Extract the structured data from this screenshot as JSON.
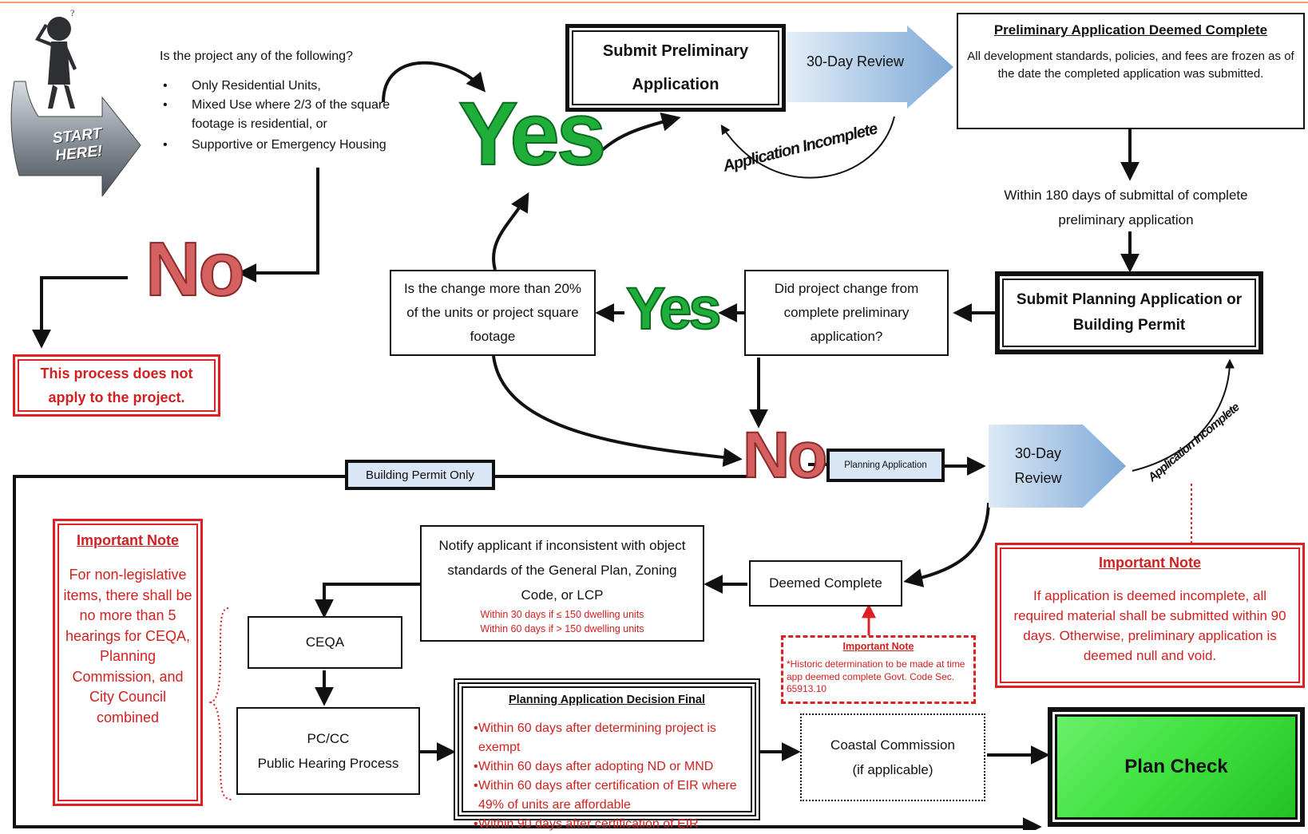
{
  "start": {
    "label": "START\nHERE!"
  },
  "question": {
    "intro": "Is the project any of the following?",
    "items": [
      "Only Residential Units,",
      "Mixed Use where 2/3 of the square footage is residential, or",
      "Supportive or Emergency Housing"
    ]
  },
  "words": {
    "yes": "Yes",
    "no": "No"
  },
  "not_apply": "This process does not apply to the project.",
  "submit_prelim": "Submit Preliminary Application",
  "review_30_top": "30-Day Review",
  "app_incomplete": "Application Incomplete",
  "prelim_complete": {
    "title": "Preliminary Application Deemed Complete",
    "body": "All development standards, policies, and fees are frozen as of the date the completed application was submitted."
  },
  "within_180": "Within 180 days of submittal of complete preliminary application",
  "submit_planning": "Submit Planning Application or Building Permit",
  "did_change": "Did project change from complete preliminary application?",
  "change_more": "Is the change more than 20% of the units or project square footage",
  "building_permit_only": "Building Permit Only",
  "planning_application": "Planning Application",
  "review_30_mid": {
    "l1": "30-Day",
    "l2": "Review"
  },
  "note_left": {
    "title": "Important Note",
    "body": "For non-legislative items, there shall be no more than 5 hearings for CEQA, Planning Commission, and City Council combined"
  },
  "note_right": {
    "title": "Important Note",
    "body": "If application is deemed incomplete, all required material shall be submitted within 90 days. Otherwise, preliminary application is deemed null and void."
  },
  "notify": {
    "body": "Notify applicant if inconsistent with object standards of the General Plan, Zoning Code, or LCP",
    "line1": "Within 30 days if ≤ 150 dwelling units",
    "line2": "Within 60 days if > 150 dwelling units"
  },
  "deemed_complete": "Deemed Complete",
  "note_small": {
    "title": "Important Note",
    "body": "*Historic determination to be made at time app deemed complete Govt. Code Sec. 65913.10"
  },
  "ceqa": "CEQA",
  "pccc": {
    "l1": "PC/CC",
    "l2": "Public Hearing Process"
  },
  "decision": {
    "title": "Planning Application Decision Final",
    "items": [
      "Within 60 days after determining project is exempt",
      "Within 60 days after adopting ND or MND",
      "Within 60 days after certification of EIR where 49% of units are affordable",
      "Within 90 days after certification of EIR"
    ]
  },
  "coastal": {
    "l1": "Coastal Commission",
    "l2": "(if applicable)"
  },
  "plan_check": "Plan Check",
  "colors": {
    "red": "#d21f1f",
    "green": "#1fae3a",
    "blue": "#8fb8e0",
    "plancheck": "#3ee03e"
  }
}
